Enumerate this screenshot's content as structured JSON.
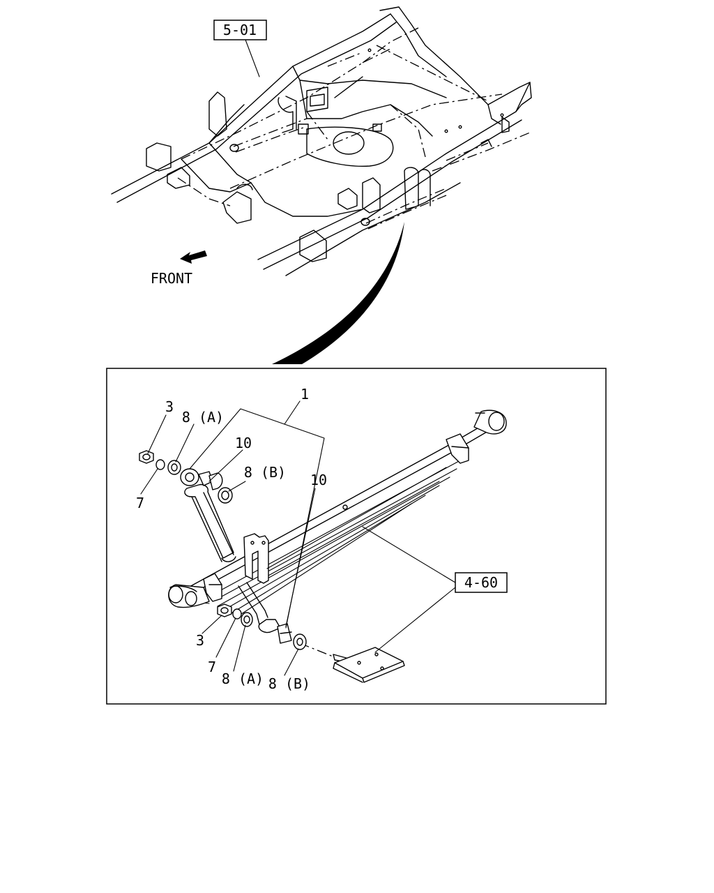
{
  "references": {
    "frame_ref": "5-01",
    "bracket_ref": "4-60"
  },
  "direction": {
    "front_label": "FRONT",
    "arrow_icon": "front-arrow-icon"
  },
  "callouts": {
    "spring_assembly": "1",
    "nut_top": "3",
    "nut_bottom": "3",
    "washer_top": "7",
    "washer_bottom": "7",
    "bush_a_top": "8 (A)",
    "bush_a_bottom": "8 (A)",
    "bush_b_top": "8 (B)",
    "bush_b_bottom": "8 (B)",
    "absorber_top": "10",
    "absorber_bottom": "10"
  }
}
